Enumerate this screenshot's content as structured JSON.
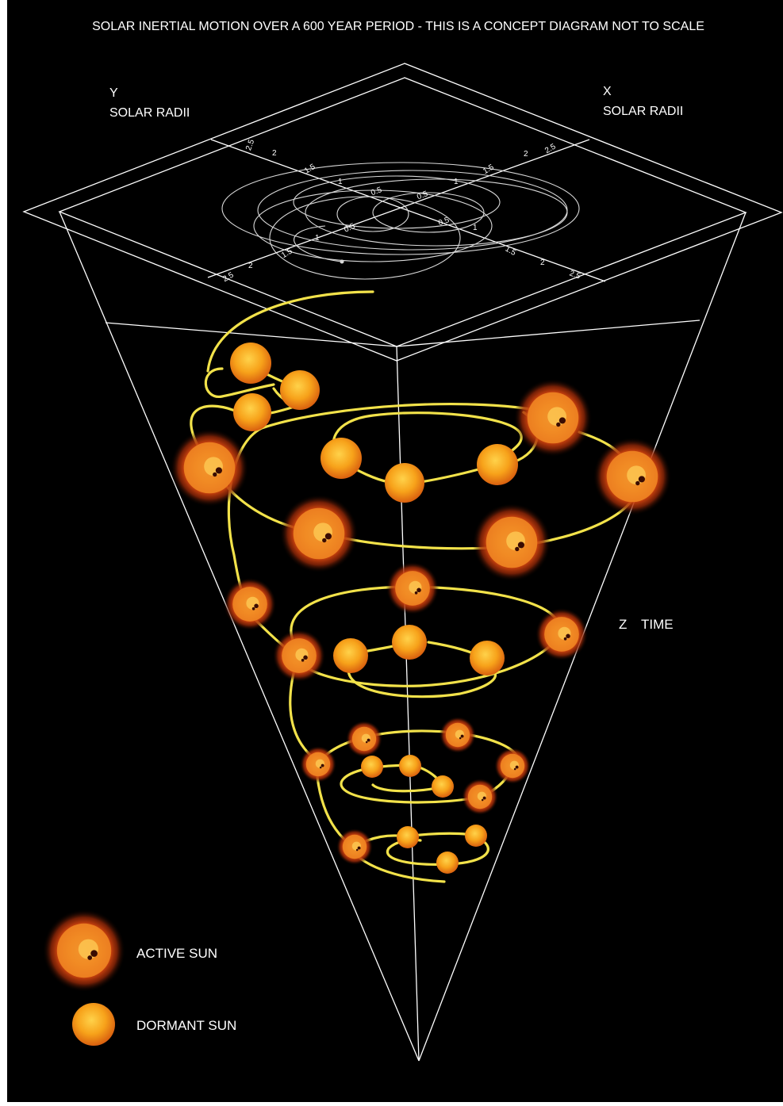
{
  "title": "SOLAR INERTIAL MOTION OVER A 600 YEAR PERIOD - THIS IS A CONCEPT DIAGRAM NOT TO SCALE",
  "axes": {
    "y": {
      "letter": "Y",
      "unit": "SOLAR RADII"
    },
    "x": {
      "letter": "X",
      "unit": "SOLAR RADII"
    },
    "z": {
      "letter": "Z",
      "unit": "TIME"
    }
  },
  "ticks": {
    "y_upper": [
      "2.5",
      "2",
      "1.5",
      "1",
      "0.5"
    ],
    "x_upper": [
      "0.5",
      "1",
      "1.5",
      "2",
      "2.5"
    ],
    "y_lower": [
      "0.5",
      "1",
      "1.5",
      "2",
      "2.5"
    ],
    "x_lower": [
      "0.5",
      "1",
      "1.5",
      "2",
      "2.5"
    ]
  },
  "legend": {
    "active": {
      "label": "ACTIVE SUN",
      "icon": "active-sun-icon"
    },
    "dormant": {
      "label": "DORMANT SUN",
      "icon": "dormant-sun-icon"
    }
  },
  "colors": {
    "background": "#000000",
    "lines": "#ffffff",
    "path": "#f2e24a",
    "sun_core": "#f7a21a",
    "sun_edge": "#d9480f"
  }
}
